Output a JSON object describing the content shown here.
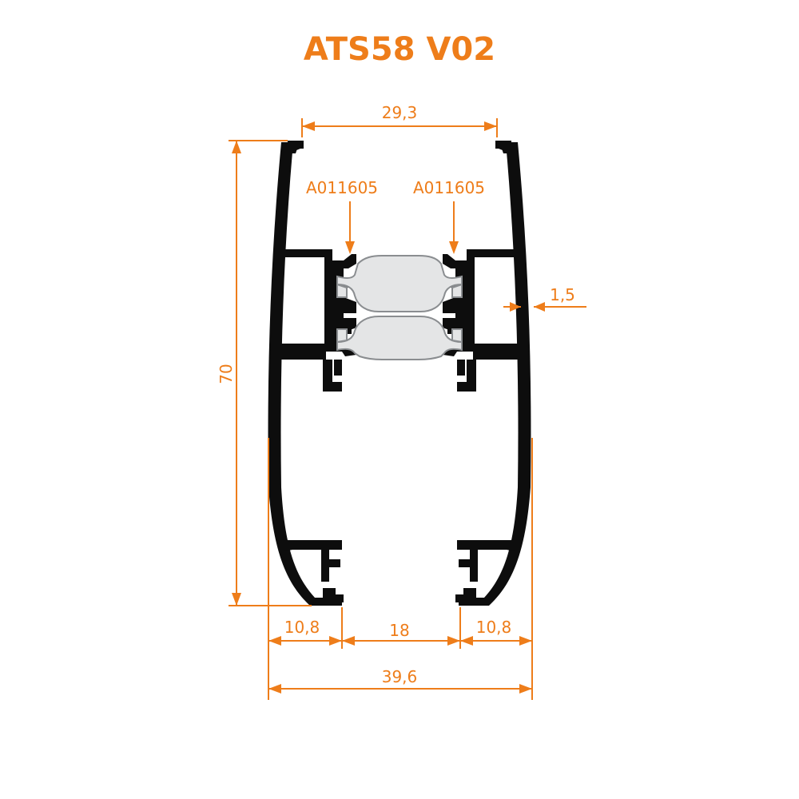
{
  "title": "ATS58 V02",
  "colors": {
    "accent": "#ee7d1a",
    "profile": "#0d0d0d",
    "insert": "#e4e5e6"
  },
  "dimensions": {
    "top_width": "29,3",
    "height": "70",
    "wall": "1,5",
    "left_flange": "10,8",
    "gap": "18",
    "right_flange": "10,8",
    "total_width": "39,6"
  },
  "parts": {
    "left_insert": "A011605",
    "right_insert": "A011605"
  }
}
